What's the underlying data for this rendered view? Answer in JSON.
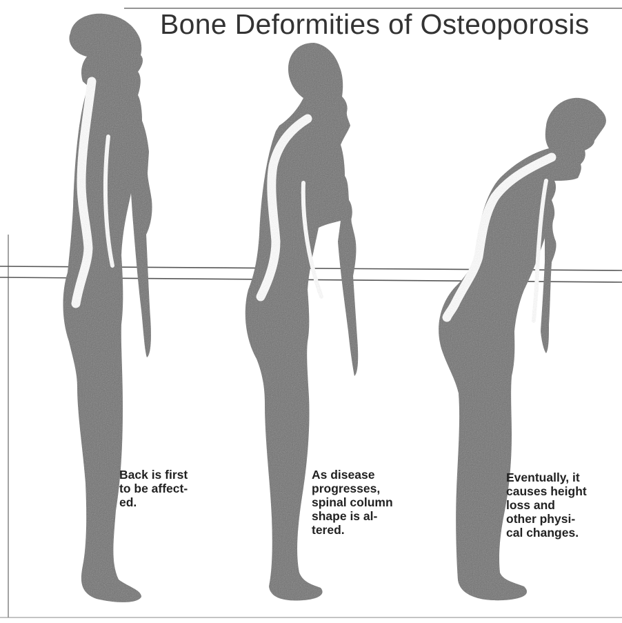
{
  "title": "Bone Deformities of Osteoporosis",
  "captions": [
    {
      "lines": [
        "Back is first",
        "to be affect-",
        "ed."
      ]
    },
    {
      "lines": [
        "As disease",
        "progresses,",
        "spinal column",
        "shape is al-",
        "tered."
      ]
    },
    {
      "lines": [
        "Eventually, it",
        "causes height",
        "loss and",
        "other physi-",
        "cal changes."
      ]
    }
  ],
  "colors": {
    "silhouette": "#6f6f6f",
    "spine": "#ffffff",
    "ink": "#222222"
  }
}
